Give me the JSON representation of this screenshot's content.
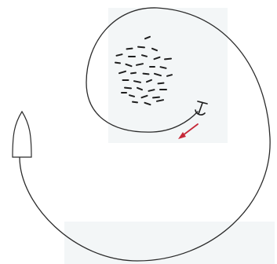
{
  "diagram": {
    "elements": [
      "boat",
      "spiral-net-path",
      "fish-school",
      "anchor",
      "direction-arrow"
    ],
    "colors": {
      "line": "#2b2b2b",
      "fish": "#1e1e1e",
      "arrow": "#c62838",
      "background": "#ffffff",
      "paper_patch": "#f3f6f7"
    },
    "fish_count": 34
  }
}
